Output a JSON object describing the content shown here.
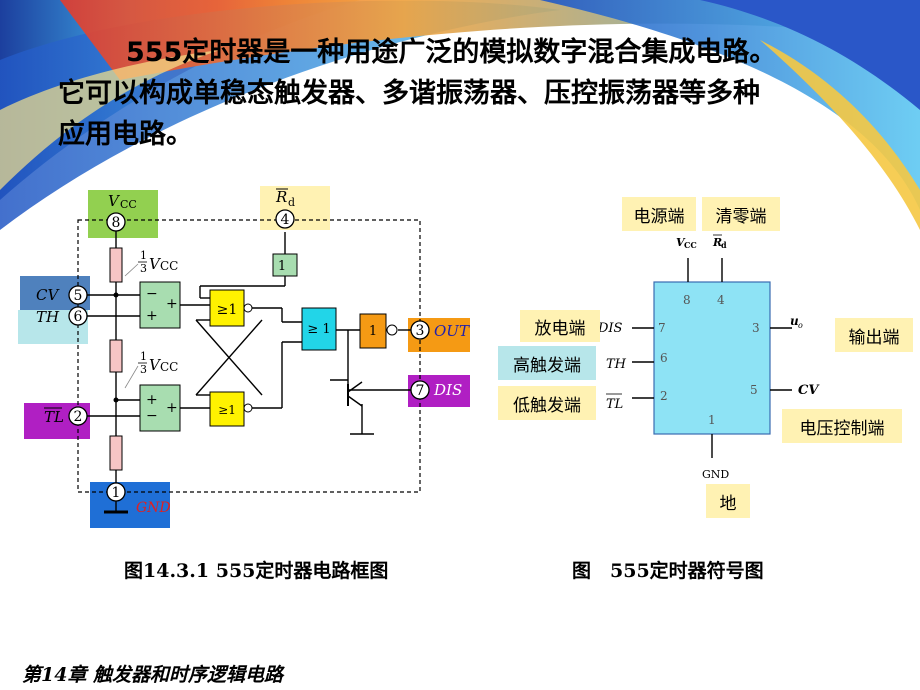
{
  "intro": {
    "line1": "555定时器是一种用途广泛的模拟数字混合集成电路。",
    "line2": "它可以构成单稳态触发器、多谐振荡器、压控振荡器等多种",
    "line3": "应用电路。"
  },
  "block_diagram": {
    "vcc_label": "V",
    "vcc_sub": "CC",
    "pin8": "8",
    "rd_label": "R",
    "rd_sub": "d",
    "pin4": "4",
    "inverter1": "1",
    "ratio_top_num": "1",
    "ratio_top_den": "3",
    "ratio_top_v": "V",
    "ratio_top_sub": "CC",
    "ratio_bot_num": "1",
    "ratio_bot_den": "3",
    "ratio_bot_v": "V",
    "ratio_bot_sub": "CC",
    "cv_label": "CV",
    "pin5": "5",
    "th_label": "TH",
    "pin6": "6",
    "tl_label": "TL",
    "pin2": "2",
    "gate_top": "≥1",
    "gate_bot": "≥1",
    "gate_or": "≥ 1",
    "inverter2": "1",
    "out_label": "OUT",
    "pin3": "3",
    "dis_label": "DIS",
    "pin7": "7",
    "gnd_label": "GND",
    "pin1": "1",
    "plus": "+",
    "minus": "−"
  },
  "symbol": {
    "vcc": "V",
    "vcc_sub": "CC",
    "rd": "R",
    "rd_sub": "d",
    "pin8": "8",
    "pin4": "4",
    "pin7": "7",
    "pin6": "6",
    "pin2": "2",
    "pin3": "3",
    "pin5": "5",
    "pin1": "1",
    "dis": "DIS",
    "th": "TH",
    "tl": "TL",
    "uo": "u",
    "uo_sub": "o",
    "cv": "CV",
    "gnd": "GND"
  },
  "labels": {
    "power": "电源端",
    "clear": "清零端",
    "discharge": "放电端",
    "high_trigger": "高触发端",
    "low_trigger": "低触发端",
    "output": "输出端",
    "voltage_control": "电压控制端",
    "ground": "地"
  },
  "captions": {
    "left": "图14.3.1 555定时器电路框图",
    "right": "图　555定时器符号图"
  },
  "footer": "第14章  触发器和时序逻辑电路",
  "colors": {
    "green": "#92D050",
    "blue": "#4F81BD",
    "lightcyan": "#B7E6EA",
    "purple": "#B01FC3",
    "orange": "#F59A14",
    "yellow": "#FFF2B3",
    "cyan": "#22D5E8",
    "gateYellow": "#FFF200",
    "resistor": "#F7C5C5",
    "comparator": "#A8DDB0",
    "symbolBody": "#8EE3F5"
  }
}
